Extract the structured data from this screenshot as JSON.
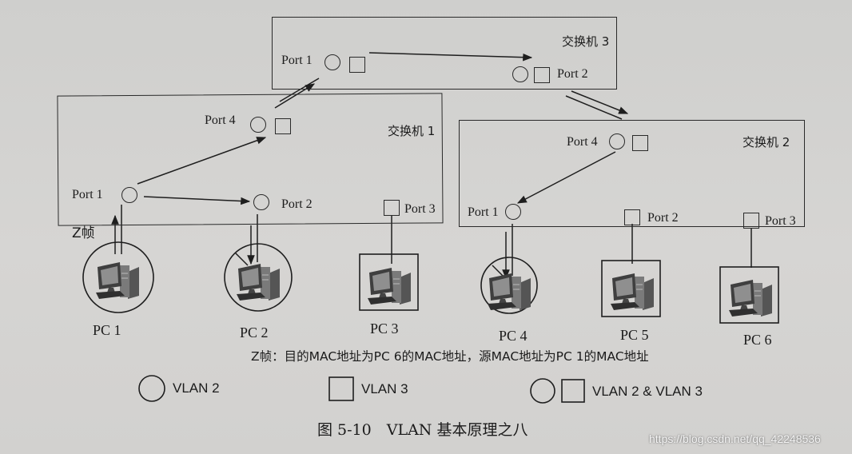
{
  "switches": {
    "sw3": {
      "title": "交换机 3",
      "ports": {
        "p1": "Port 1",
        "p2": "Port 2"
      }
    },
    "sw1": {
      "title": "交换机 1",
      "ports": {
        "p1": "Port 1",
        "p2": "Port 2",
        "p3": "Port 3",
        "p4": "Port 4"
      }
    },
    "sw2": {
      "title": "交换机 2",
      "ports": {
        "p1": "Port 1",
        "p2": "Port 2",
        "p3": "Port 3",
        "p4": "Port 4"
      }
    }
  },
  "pcs": {
    "pc1": "PC 1",
    "pc2": "PC 2",
    "pc3": "PC 3",
    "pc4": "PC 4",
    "pc5": "PC 5",
    "pc6": "PC 6"
  },
  "frame_label": "Z帧",
  "note": "Z帧：目的MAC地址为PC 6的MAC地址，源MAC地址为PC 1的MAC地址",
  "legend": {
    "circle": "VLAN 2",
    "square": "VLAN 3",
    "both": "VLAN 2 & VLAN 3"
  },
  "caption": "图 5-10　VLAN 基本原理之八",
  "watermark": "https://blog.csdn.net/qq_42248536"
}
